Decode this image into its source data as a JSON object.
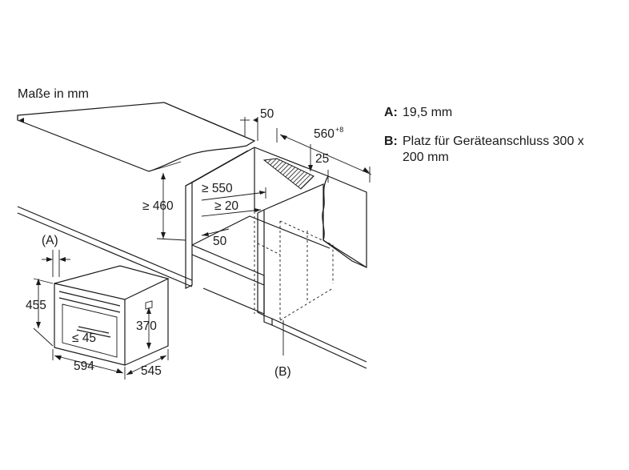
{
  "title": "Maße in mm",
  "legend": {
    "a_key": "A:",
    "a_text": "19,5 mm",
    "b_key": "B:",
    "b_text_line1": "Platz für Geräteanschluss 300 x",
    "b_text_line2": "200 mm"
  },
  "dimensions": {
    "d50_top": "50",
    "d560": "560",
    "d560_sup": "+8",
    "d25": "25",
    "d550": "≥ 550",
    "d460": "≥ 460",
    "d20": "≥ 20",
    "d50_inner": "50",
    "marker_a": "(A)",
    "marker_b": "(B)",
    "d455": "455",
    "d370": "370",
    "d45": "≤ 45",
    "d594": "594",
    "d545": "545"
  }
}
